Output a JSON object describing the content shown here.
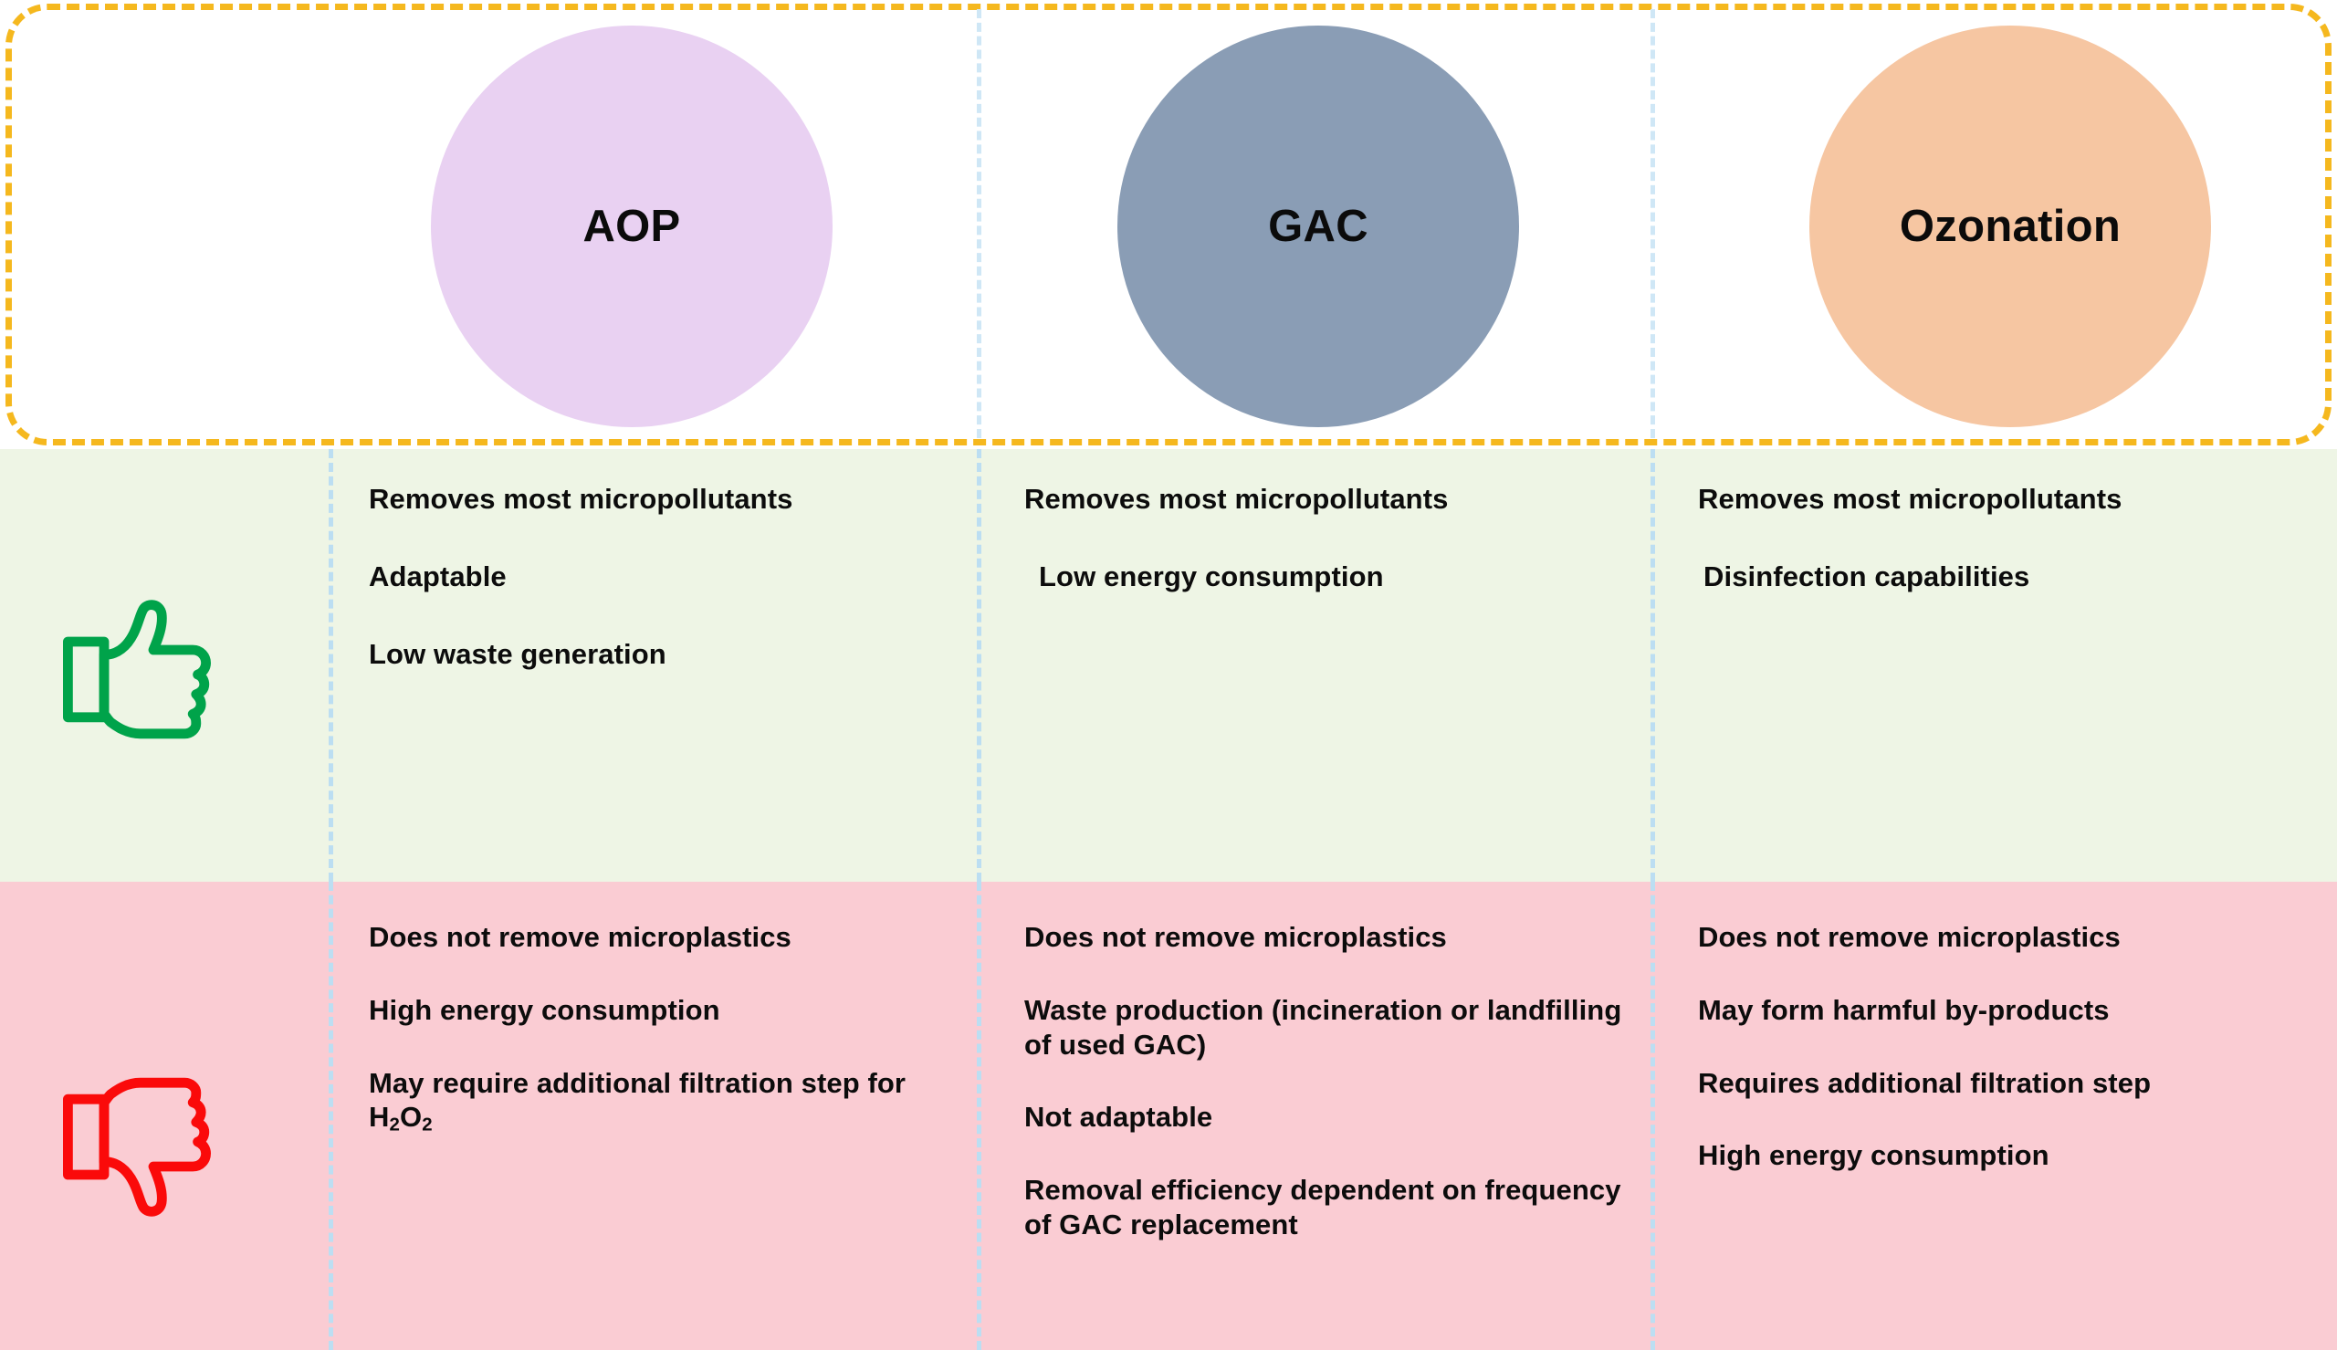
{
  "theme": {
    "dashed_border_color": "#F5B81E",
    "divider_color": "#BCDEF2",
    "pros_background": "#EEF5E5",
    "cons_background": "#FACCD3",
    "thumbs_up_color": "#00A34A",
    "thumbs_down_color": "#FA0A0A",
    "page_background": "#FFFFFF"
  },
  "header": {
    "columns": [
      {
        "label": "AOP",
        "circle_color": "#E9D1F2"
      },
      {
        "label": "GAC",
        "circle_color": "#8A9DB5"
      },
      {
        "label": "Ozonation",
        "circle_color": "#F6C6A2"
      }
    ]
  },
  "pros": {
    "icon": "thumbs-up-icon",
    "columns": [
      {
        "technology": "AOP",
        "items": [
          "Removes most micropollutants",
          "Adaptable",
          "Low waste generation"
        ]
      },
      {
        "technology": "GAC",
        "items": [
          "Removes most micropollutants",
          "Low energy consumption"
        ]
      },
      {
        "technology": "Ozonation",
        "items": [
          "Removes most micropollutants",
          "Disinfection capabilities"
        ]
      }
    ]
  },
  "cons": {
    "icon": "thumbs-down-icon",
    "columns": [
      {
        "technology": "AOP",
        "items": [
          "Does not remove microplastics",
          "High energy consumption",
          "May require additional filtration step for H2O2"
        ]
      },
      {
        "technology": "GAC",
        "items": [
          "Does not remove microplastics",
          "Waste production (incineration or landfilling of used GAC)",
          "Not adaptable",
          "Removal efficiency dependent on frequency of GAC replacement"
        ]
      },
      {
        "technology": "Ozonation",
        "items": [
          "Does not remove microplastics",
          "May form harmful by-products",
          "Requires additional filtration step",
          "High energy consumption"
        ]
      }
    ]
  }
}
